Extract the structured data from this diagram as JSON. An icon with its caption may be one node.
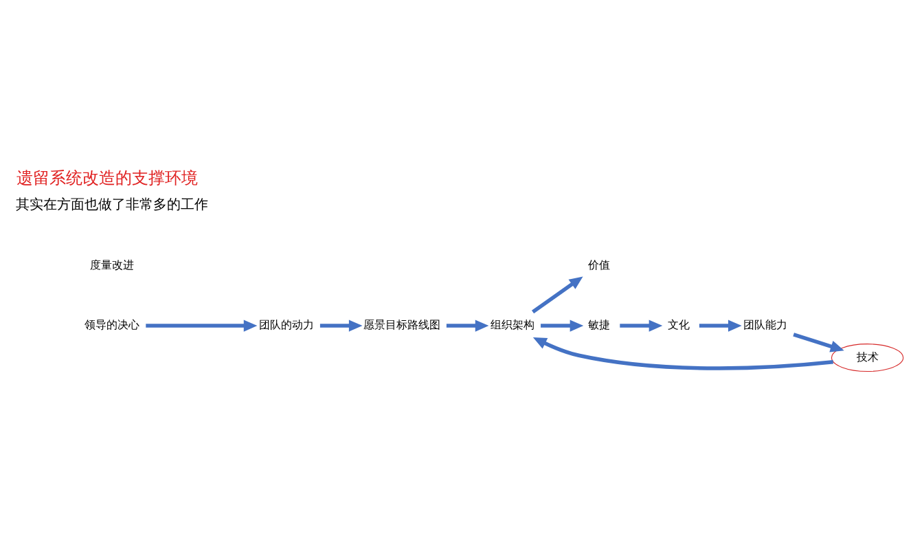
{
  "diagram": {
    "title": "遗留系统改造的支撑环境",
    "nodes": [
      {
        "text": [
          "领导的决心"
        ]
      },
      {
        "text": [
          "团队的动力"
        ]
      },
      {
        "text": [
          "愿景目标路线图"
        ]
      },
      {
        "text": [
          "组织架构"
        ]
      },
      {
        "text": [
          "价值"
        ]
      },
      {
        "text": [
          "敏捷"
        ]
      },
      {
        "text": [
          "文化"
        ]
      },
      {
        "text": [
          "团队能力"
        ]
      },
      {
        "text": [
          "技术"
        ]
      }
    ],
    "edges": [
      {
        "from": 0,
        "to": 1,
        "arrow": "to"
      },
      {
        "from": 1,
        "to": 2,
        "arrow": "to"
      },
      {
        "from": 2,
        "to": 3,
        "arrow": "to"
      },
      {
        "from": 3,
        "to": 4,
        "arrow": "to"
      },
      {
        "from": 3,
        "to": 5,
        "arrow": "to"
      },
      {
        "from": 5,
        "to": 6,
        "arrow": "to"
      },
      {
        "from": 6,
        "to": 7,
        "arrow": "to"
      },
      {
        "from": 7,
        "to": 8,
        "arrow": "to"
      },
      {
        "from": 8,
        "to": 3,
        "arrow": "to"
      }
    ],
    "labels": [
      "度量改进",
      "其实在方面也做了非常多的工作"
    ]
  }
}
